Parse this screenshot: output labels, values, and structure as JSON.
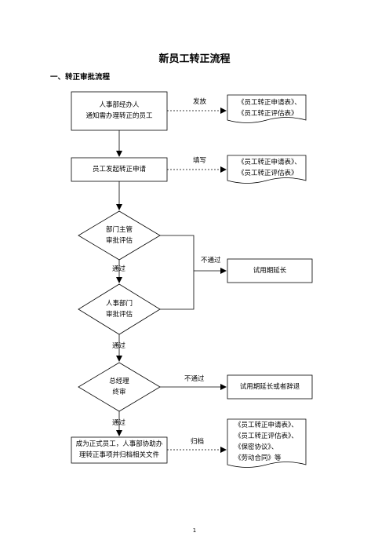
{
  "title": "新员工转正流程",
  "section_heading": "一、转正审批流程",
  "nodes": {
    "notify": [
      "人事部经办人",
      "通知需办理转正的员工"
    ],
    "apply": "员工发起转正申请",
    "dept_review": [
      "部门主管",
      "审批评估"
    ],
    "hr_review": [
      "人事部门",
      "审批评估"
    ],
    "gm_review": [
      "总经理",
      "终审"
    ],
    "final": [
      "成为正式员工，人事部协助办",
      "理转正事项并归档相关文件"
    ],
    "extend": "试用期延长",
    "extend_or_quit": "试用期延长或者辞退"
  },
  "documents": {
    "doc1": [
      "《员工转正申请表》、",
      "《员工转正评估表》"
    ],
    "doc2": [
      "《员工转正申请表》、",
      "《员工转正评估表》"
    ],
    "doc3": [
      "《员工转正申请表》、",
      "《员工转正评估表》、",
      "《保密协议》、",
      "《劳动合同》等"
    ]
  },
  "edge_labels": {
    "issue": "发放",
    "fill": "填写",
    "fail1": "不通过",
    "pass1": "通过",
    "pass2": "通过",
    "fail2": "不通过",
    "pass3": "通过",
    "archive": "归档"
  },
  "page_number": "1"
}
